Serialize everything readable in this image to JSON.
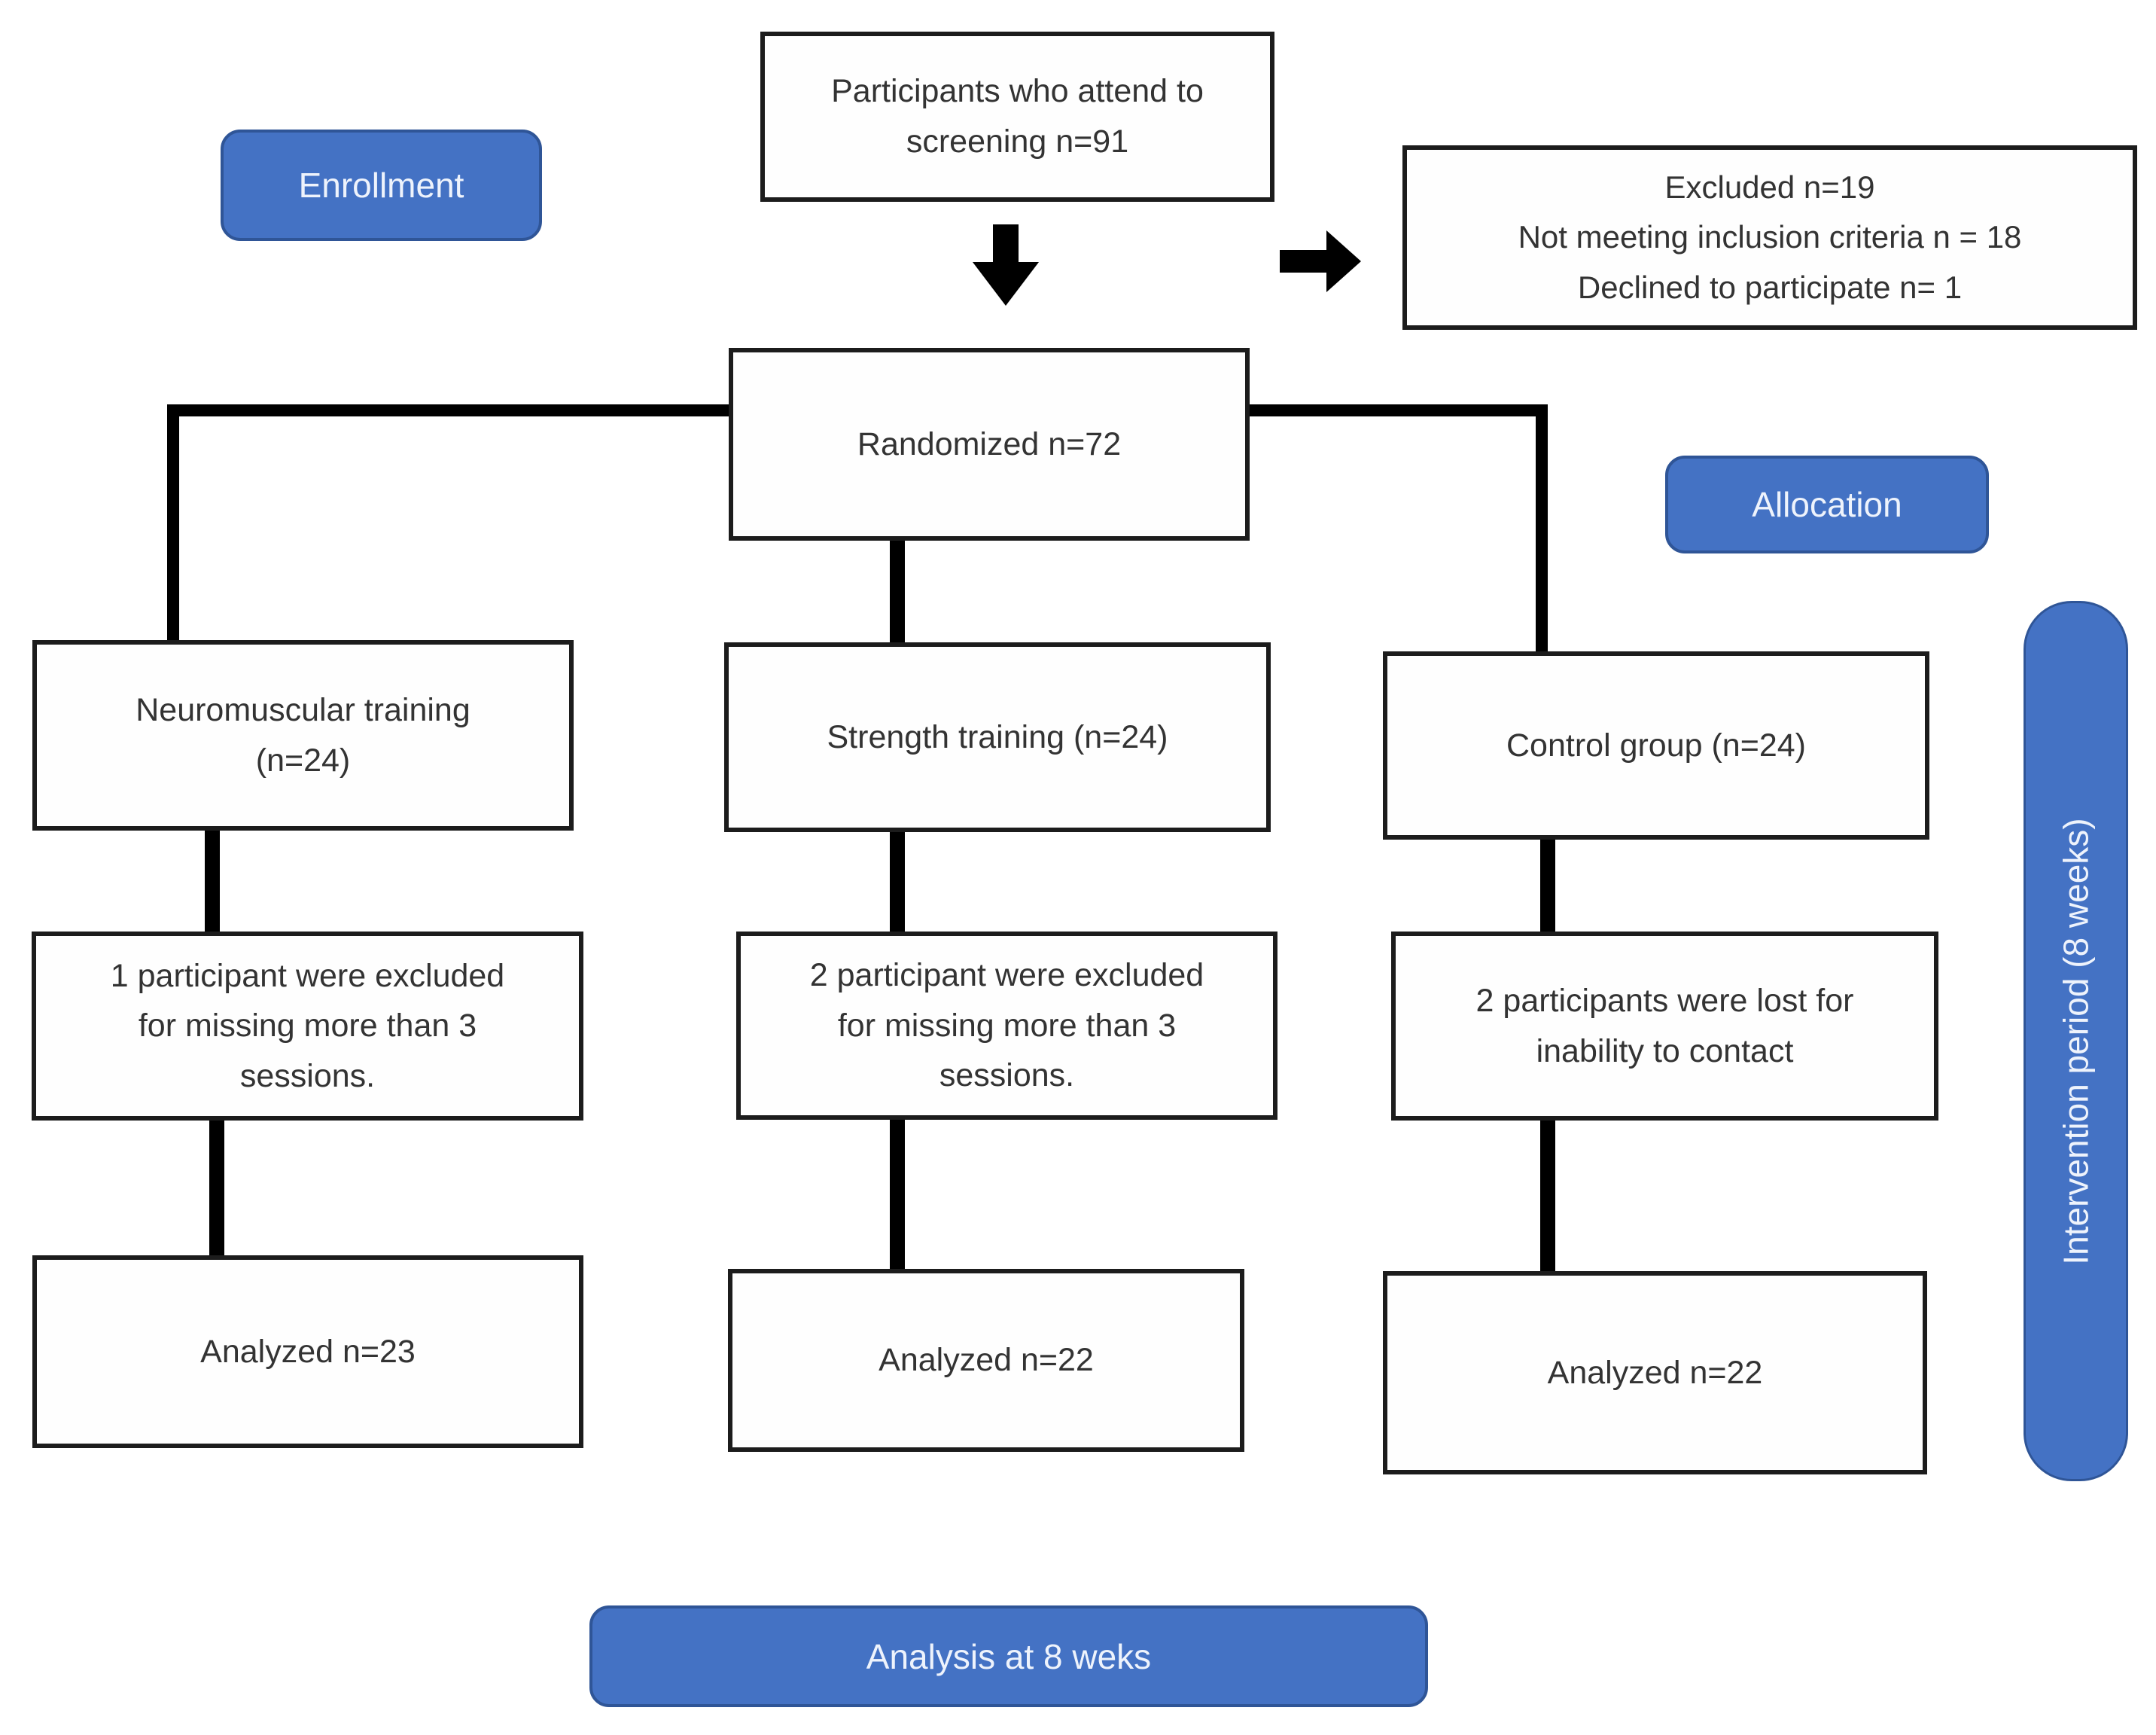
{
  "diagram": {
    "screening_box": "Participants who attend to\nscreening n=91",
    "enrollment_label": "Enrollment",
    "excluded_box": "Excluded n=19\nNot meeting  inclusion criteria n = 18\nDeclined to participate n= 1",
    "randomized_box": "Randomized n=72",
    "allocation_label": "Allocation",
    "columns": [
      {
        "allocation": "Neuromuscular training\n(n=24)",
        "attrition": "1 participant were excluded\nfor missing more than 3\nsessions.",
        "analyzed": "Analyzed n=23"
      },
      {
        "allocation": "Strength training  (n=24)",
        "attrition": "2 participant were excluded\nfor missing more than 3\nsessions.",
        "analyzed": "Analyzed n=22"
      },
      {
        "allocation": "Control group (n=24)",
        "attrition": "2 participants were lost for\ninability to contact",
        "analyzed": "Analyzed n=22"
      }
    ],
    "intervention_period_label": "Intervention period (8 weeks)",
    "analysis_label": "Analysis at 8 weks",
    "colors": {
      "stage_fill": "#4472C4",
      "stage_border": "#2F5597",
      "box_border": "#1C1C1C",
      "connector": "#000000",
      "box_text": "#333333"
    }
  }
}
